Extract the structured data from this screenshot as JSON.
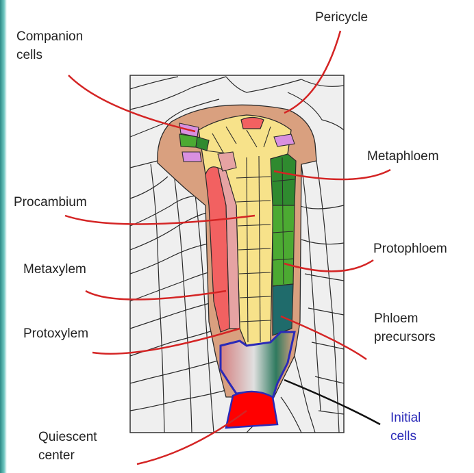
{
  "labels": {
    "companion_cells": "Companion\ncells",
    "pericycle": "Pericycle",
    "metaphloem": "Metaphloem",
    "procambium": "Procambium",
    "protophloem": "Protophloem",
    "metaxylem": "Metaxylem",
    "protoxylem": "Protoxylem",
    "phloem_precursors": "Phloem\nprecursors",
    "initial_cells": "Initial\ncells",
    "quiescent_center": "Quiescent\ncenter"
  },
  "colors": {
    "tissue_bg": "#efefef",
    "cell_outline": "#2a2a2a",
    "pericycle": "#d9a07f",
    "procambium": "#f7e28a",
    "companion": "#d990e0",
    "metaxylem": "#f26161",
    "protoxylem": "#e6a3a3",
    "metaphloem": "#2f8a2f",
    "protophloem": "#4caa32",
    "phloem_precursor": "#1f6b6b",
    "initial_outline": "#2a2ab8",
    "quiescent": "#ff0000",
    "pointer_red": "#d42424",
    "pointer_black": "#111111"
  }
}
